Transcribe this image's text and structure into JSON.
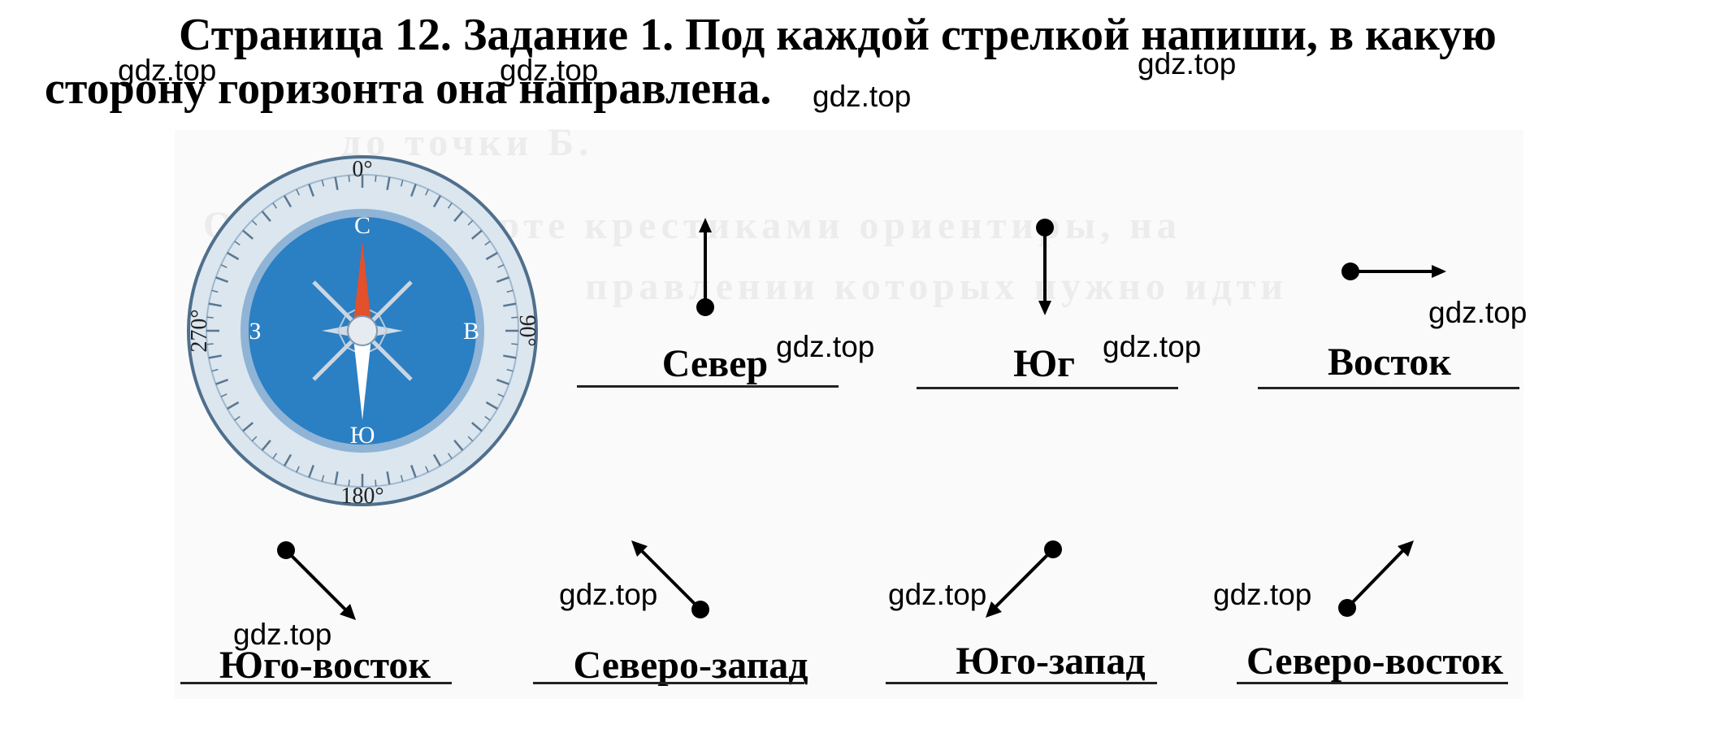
{
  "header": {
    "line1": "Страница 12. Задание 1. Под каждой стрелкой напиши, в какую",
    "line2": "сторону горизонта она направлена."
  },
  "watermark": "gdz.top",
  "compass": {
    "deg_top": "0°",
    "deg_right": "90°",
    "deg_bottom": "180°",
    "deg_left": "270°",
    "dir_north": "С",
    "dir_east": "В",
    "dir_south": "Ю",
    "dir_west": "З",
    "colors": {
      "dial": "#2b7fc3",
      "ring": "#dbe6ef",
      "ring_border": "#8fb4d6",
      "needle_north": "#e2502c",
      "needle_south": "#ffffff"
    }
  },
  "background_text": {
    "line1": "до точки Б.",
    "line2": "Отметь на карте крестиками ориентиры, на",
    "line3": "правлении которых нужно идти"
  },
  "arrows": [
    {
      "direction": "north",
      "answer": "Север"
    },
    {
      "direction": "south",
      "answer": "Юг"
    },
    {
      "direction": "east",
      "answer": "Восток"
    },
    {
      "direction": "southeast",
      "answer": "Юго-восток"
    },
    {
      "direction": "northwest",
      "answer": "Северо-запад"
    },
    {
      "direction": "southwest",
      "answer": "Юго-запад"
    },
    {
      "direction": "northeast",
      "answer": "Северо-восток"
    }
  ]
}
